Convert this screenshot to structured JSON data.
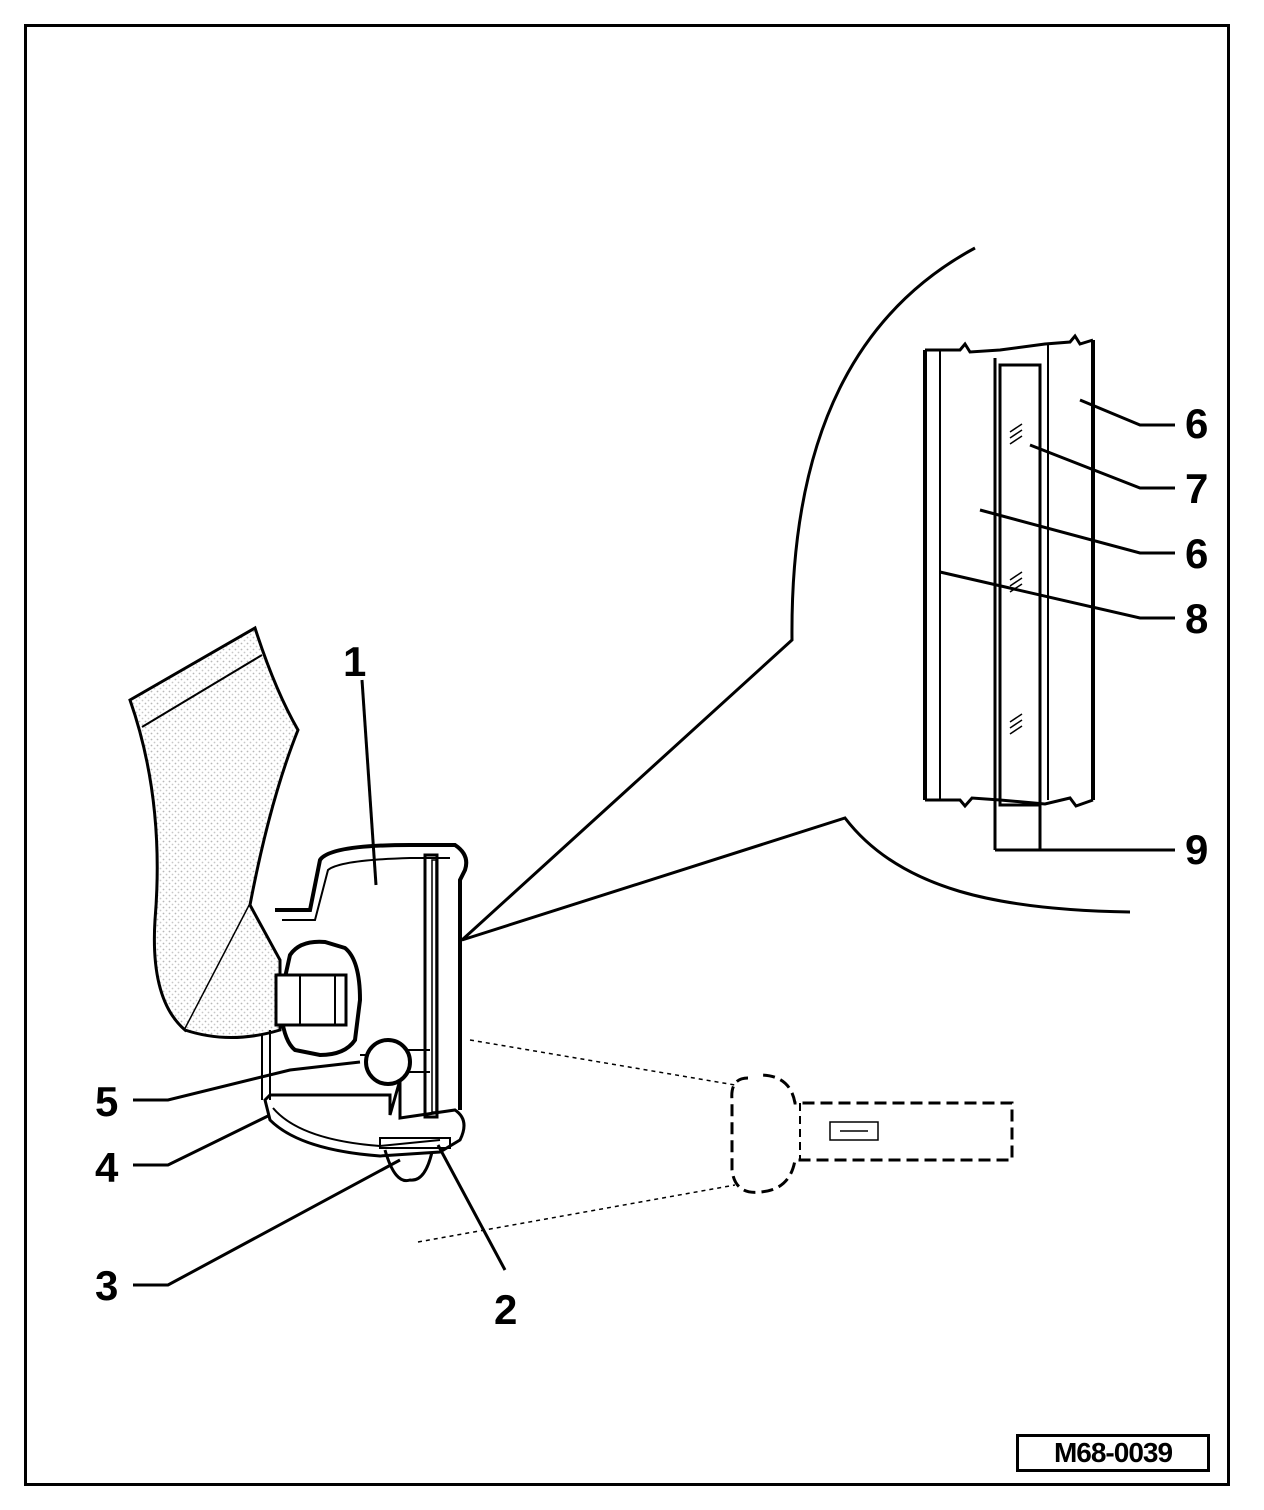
{
  "figure_id": "M68-0039",
  "callouts": {
    "c1": "1",
    "c2": "2",
    "c3": "3",
    "c4": "4",
    "c5": "5",
    "c6a": "6",
    "c6b": "6",
    "c7": "7",
    "c8": "8",
    "c9": "9"
  }
}
